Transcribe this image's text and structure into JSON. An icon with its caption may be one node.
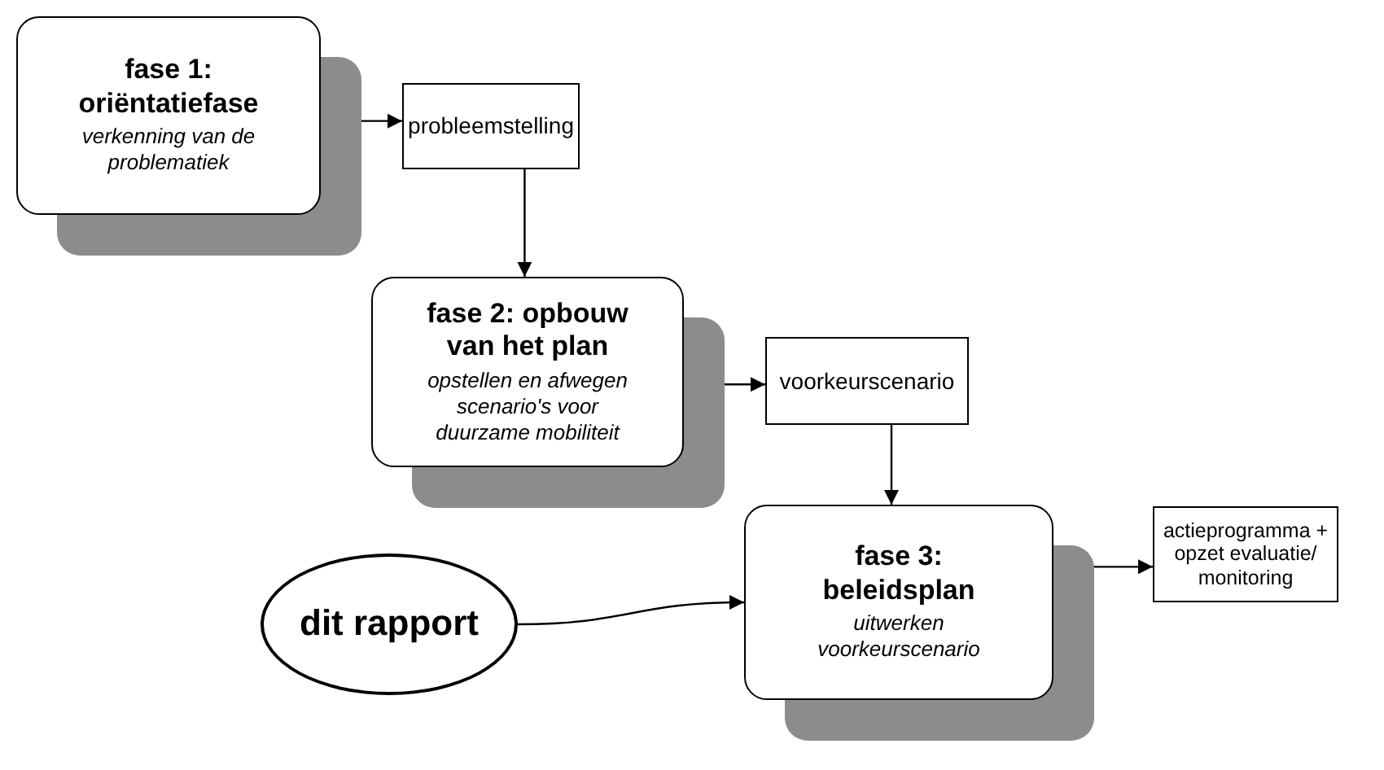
{
  "diagram": {
    "nodes": [
      {
        "text": [
          "fase 1: oriëntatiefase",
          "verkenning van de problematiek"
        ]
      },
      {
        "text": [
          "probleemstelling"
        ]
      },
      {
        "text": [
          "fase 2: opbouw van het plan",
          "opstellen en afwegen scenario's voor duurzame mobiliteit"
        ]
      },
      {
        "text": [
          "voorkeurscenario"
        ]
      },
      {
        "text": [
          "fase 3: beleidsplan",
          "uitwerken voorkeurscenario"
        ]
      },
      {
        "text": [
          "dit rapport"
        ]
      },
      {
        "text": [
          "actieprogramma + opzet evaluatie/ monitoring"
        ]
      }
    ],
    "edges": [
      {
        "from": 0,
        "to": 1,
        "arrow": "to"
      },
      {
        "from": 1,
        "to": 2,
        "arrow": "to"
      },
      {
        "from": 2,
        "to": 3,
        "arrow": "to"
      },
      {
        "from": 3,
        "to": 4,
        "arrow": "to"
      },
      {
        "from": 5,
        "to": 4,
        "arrow": "to"
      },
      {
        "from": 4,
        "to": 6,
        "arrow": "to"
      }
    ]
  }
}
